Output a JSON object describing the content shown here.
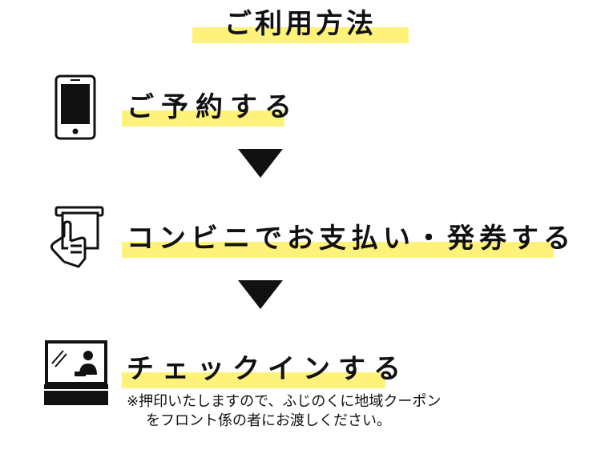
{
  "title": "ご利用方法",
  "steps": [
    {
      "label": "ご予約する",
      "icon": "smartphone-icon"
    },
    {
      "label": "コンビニでお支払い・発券する",
      "icon": "ticket-payment-icon"
    },
    {
      "label": "チェックインする",
      "icon": "front-desk-icon"
    }
  ],
  "note": {
    "line1": "※押印いたしますので、ふじのくに地域クーポン",
    "line2": "をフロント係の者にお渡しください。"
  },
  "colors": {
    "highlight": "#fff27a",
    "ink": "#111111",
    "background": "#ffffff"
  }
}
